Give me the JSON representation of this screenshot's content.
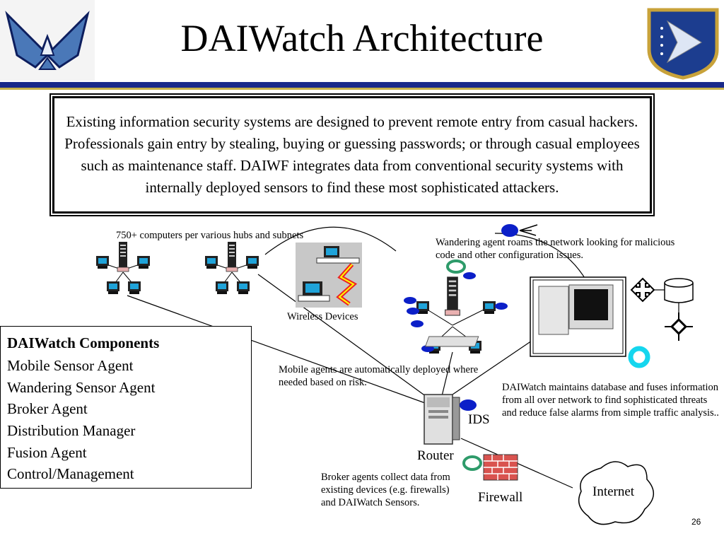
{
  "title": "DAIWatch Architecture",
  "intro": "Existing information security systems are designed to prevent remote entry from casual hackers.  Professionals gain entry by stealing, buying or guessing passwords; or through casual employees such as maintenance staff.  DAIWF integrates data from conventional security systems with internally deployed sensors to find these most sophisticated attackers.",
  "labels": {
    "computers": "750+ computers per various hubs and subnets",
    "wireless": "Wireless Devices",
    "wandering": "Wandering agent roams the network looking for malicious code and other configuration issues.",
    "mobile": "Mobile agents are automatically deployed where needed based on risk.",
    "fuses": "DAIWatch maintains database and fuses information from all over network to find sophisticated threats and reduce false alarms from simple traffic analysis..",
    "broker": "Broker agents collect data from existing devices (e.g. firewalls) and DAIWatch Sensors.",
    "ids": "IDS",
    "router": "Router",
    "firewall": "Firewall",
    "internet": "Internet",
    "page": "26"
  },
  "legend": {
    "title": "DAIWatch Components",
    "items": [
      "Mobile Sensor Agent",
      "Wandering Sensor Agent",
      "Broker Agent",
      "Distribution Manager",
      "Fusion Agent",
      "Control/Management"
    ]
  },
  "colors": {
    "mobile_agent": "#0b1fc8",
    "broker_agent": "#2e9b6a",
    "control": "#15d6ee",
    "rule_dark": "#1a2a8a",
    "rule_gold": "#c8b24a"
  },
  "icons": [
    "air-force-wings-logo",
    "afrl-shield-logo"
  ]
}
